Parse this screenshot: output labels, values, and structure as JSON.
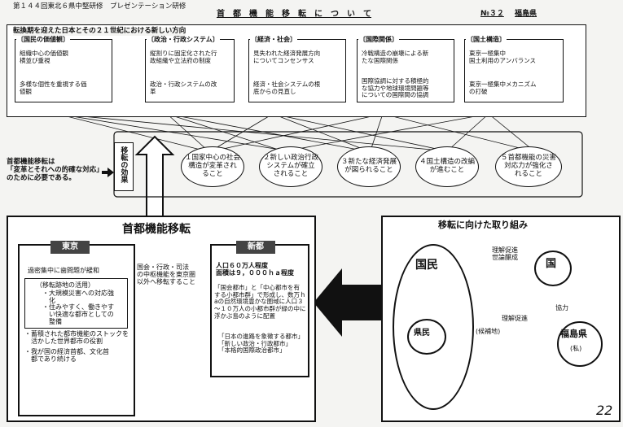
{
  "header": {
    "course": "第１４４回東北６県中堅研修　プレゼンテーション研修",
    "title": "首　都　機　能　移　転　に　つ　い　て",
    "number": "№３２",
    "prefecture": "福島県"
  },
  "top_panel": {
    "heading": "転換期を迎えた日本とその２１世紀における新しい方向",
    "columns": [
      {
        "label": "〔国民の価値観〕",
        "items": [
          "組織中心の価値観\n横並び重視",
          "多様な個性を重視する価\n値観"
        ]
      },
      {
        "label": "〔政治・行政システム〕",
        "items": [
          "縦割りに固定化された行\n政組織や立法府の制度",
          "政治・行政システムの改\n革"
        ]
      },
      {
        "label": "〔経済・社会〕",
        "items": [
          "見失われた経済発展方向\nについてコンセンサス",
          "経済・社会システムの根\n底からの見直し"
        ]
      },
      {
        "label": "〔国際関係〕",
        "items": [
          "冷戦構造の崩壊による新\nたな国際関係",
          "国際協調に対する積極的\nな協力や地球環境問題等\nについての国際間の協調"
        ]
      },
      {
        "label": "〔国土構造〕",
        "items": [
          "東京一極集中\n国土利用のアンバランス",
          "東京一極集中メカニズム\nの打破"
        ]
      }
    ]
  },
  "side_note": "首都機能移転は\n「変革とそれへの的確な対応」\nのために必要である。",
  "effects_label": "移転の効果",
  "effects": [
    "１国家中心の社会\n構造が変革され\nること",
    "２新しい政治行政\nシステムが確立\nされること",
    "３新たな経済発展\nが図られること",
    "４国土構造の改編\nが進むこと",
    "５首都機能の災害\n対応力が強化さ\nれること"
  ],
  "main": {
    "title": "首都機能移転",
    "tokyo_label": "東京",
    "tokyo_intro": "過密集中に歯問題が緩和",
    "tokyo_sub_heading": "（移転跡地の活用）",
    "tokyo_sub_items": [
      "・大規模災害への対応強\n　化",
      "・住みやすく、働きやす\n　い快適な都市としての\n　整備"
    ],
    "tokyo_items": [
      "・蓄積された都市機能のストックを\n　活かした世界都市の役割",
      "・我が国の経済首都、文化首\n　都であり続ける"
    ],
    "transfer_text": "国会・行政・司法\nの中枢機能を東京圏\n以外へ移転すること",
    "new_label": "新都",
    "new_intro": "人口６０万人程度\n面積は９，０００ｈａ程度",
    "new_body": "「国会都市」と「中心都市を有\nする小都市群」で形成し、数万ｈ\naの自然環境豊かな圏域に人口３\n～１０万人の小都市群が緑の中に\n浮かぶ島のように配置",
    "new_bottom": "「日本の進路を象徴する都市」\n「新しい政治・行政都市」\n「本格的国際政治都市」"
  },
  "right_panel": {
    "title": "移転に向けた取り組み",
    "kokumin": "国民",
    "kenmin": "県民",
    "kuni": "国",
    "fukushima": "福島県",
    "kouho": "(候補地)",
    "watashi": "(私)",
    "arrow_top": "理解促進\n世論醸成",
    "arrow_bottom": "理解促進",
    "cooperation": "協力"
  },
  "page_number": "22"
}
